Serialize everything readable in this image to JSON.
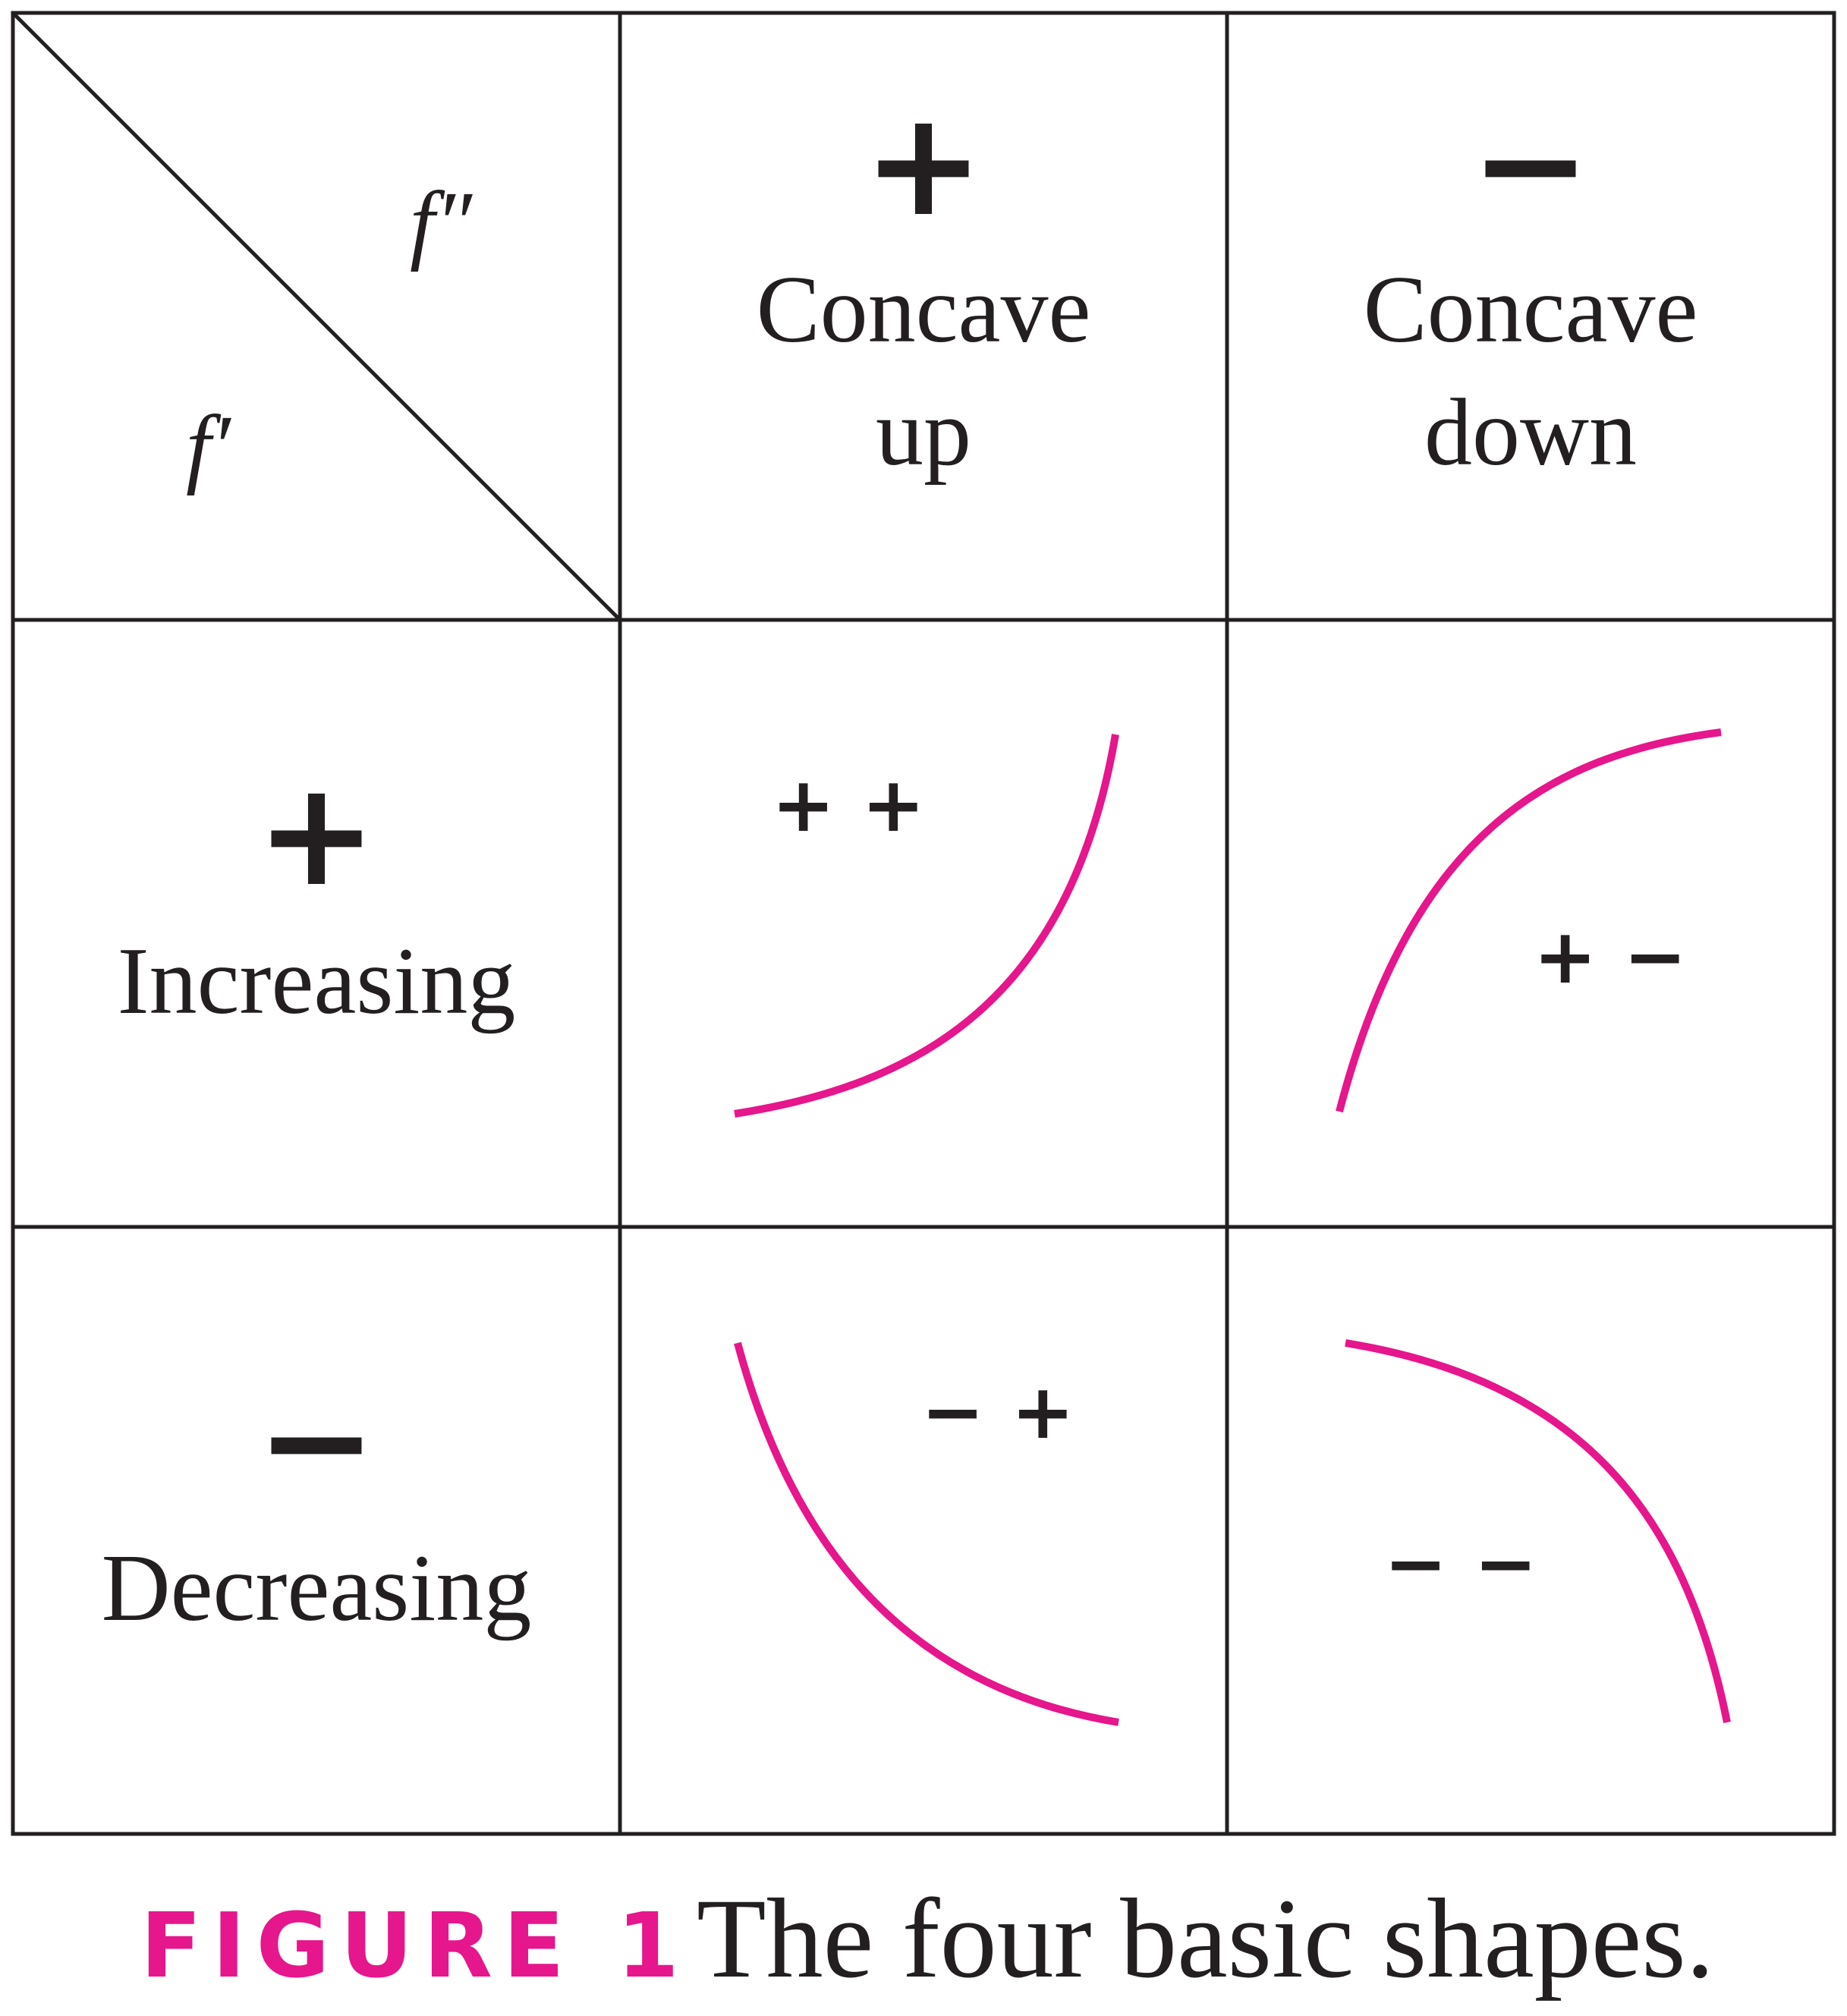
{
  "corner": {
    "row_axis_label": "f′",
    "column_axis_label": "f″"
  },
  "columns": [
    {
      "sign": "+",
      "line1": "Concave",
      "line2": "up"
    },
    {
      "sign": "−",
      "line1": "Concave",
      "line2": "down"
    }
  ],
  "rows": [
    {
      "sign": "+",
      "label": "Increasing"
    },
    {
      "sign": "−",
      "label": "Decreasing"
    }
  ],
  "cells": [
    {
      "signs": "+ +",
      "shape": "increasing-concave-up"
    },
    {
      "signs": "+ −",
      "shape": "increasing-concave-down"
    },
    {
      "signs": "− +",
      "shape": "decreasing-concave-up"
    },
    {
      "signs": "− −",
      "shape": "decreasing-concave-down"
    }
  ],
  "caption": {
    "label": "FIGURE 1",
    "text": "The four basic shapes."
  },
  "colors": {
    "curve": "#e6168c",
    "caption_label": "#e6168c",
    "grid": "#231f20",
    "text": "#231f20"
  }
}
